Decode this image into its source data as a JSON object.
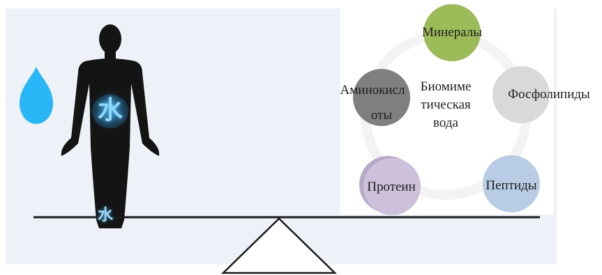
{
  "human": {
    "water_char": "水",
    "lower_char": "水"
  },
  "center": {
    "line1": "Биомиме",
    "line2": "тическая",
    "line3": "вода"
  },
  "nodes": [
    {
      "id": "minerals",
      "label": "Минералы",
      "color": "#9bbb59"
    },
    {
      "id": "phospholipids",
      "label": "Фосфолипиды",
      "color": "#d9d9d9"
    },
    {
      "id": "peptides",
      "label": "Пептиды",
      "color": "#b8cce4"
    },
    {
      "id": "protein",
      "label": "Протеин",
      "color": "#ccc0da"
    },
    {
      "id": "amino",
      "label_line1": "Аминокисл",
      "label_line2": "оты",
      "color": "#7f7f7f"
    }
  ],
  "colors": {
    "drop": "#29b6f6",
    "silhouette": "#141414",
    "beam": "#1a1a1a",
    "ring": "#f3f3f3"
  }
}
